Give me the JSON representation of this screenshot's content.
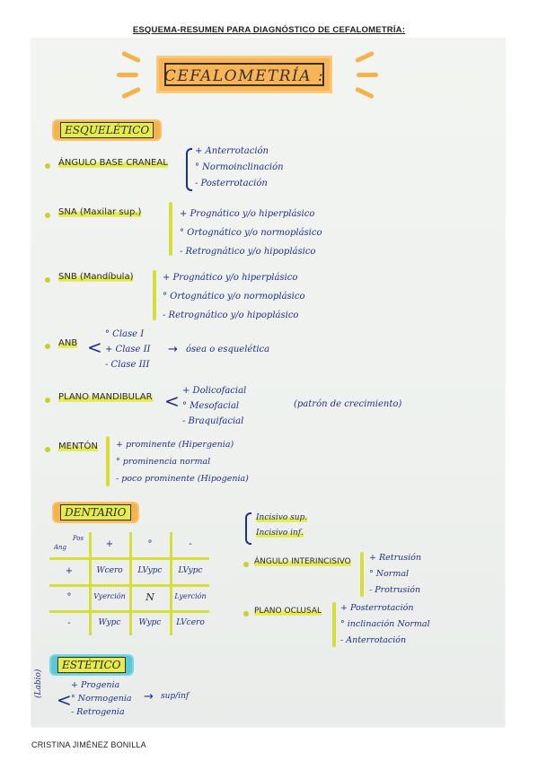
{
  "header": {
    "title": "ESQUEMA-RESUMEN PARA DIAGNÓSTICO DE CEFALOMETRÍA:"
  },
  "footer": {
    "author": "CRISTINA JIMÉNEZ BONILLA"
  },
  "note": {
    "main_title": "CEFALOMETRÍA :",
    "sections": {
      "esqueletico": "ESQUELÉTICO",
      "dentario": "DENTARIO",
      "estetico": "ESTÉTICO"
    },
    "items": {
      "angulo_base": {
        "label": "ÁNGULO BASE CRANEAL",
        "opts": [
          "+ Anterrotación",
          "° Normoinclinación",
          "- Posterrotación"
        ]
      },
      "sna": {
        "label": "SNA (Maxilar sup.)",
        "opts": [
          "+ Prognático y/o hiperplásico",
          "° Ortognático y/o normoplásico",
          "- Retrognático y/o hipoplásico"
        ]
      },
      "snb": {
        "label": "SNB (Mandíbula)",
        "opts": [
          "+ Prognático y/o hiperplásico",
          "° Ortognático y/o normoplásico",
          "- Retrognático y/o hipoplásico"
        ]
      },
      "anb": {
        "label": "ANB",
        "opts": [
          "° Clase I",
          "+ Clase II",
          "- Clase III"
        ],
        "result": "ósea o esquelética"
      },
      "plano_mandibular": {
        "label": "PLANO MANDIBULAR",
        "opts": [
          "+ Dolicofacial",
          "° Mesofacial",
          "- Braquifacial"
        ],
        "note": "(patrón de crecimiento)"
      },
      "menton": {
        "label": "MENTÓN",
        "opts": [
          "+ prominente (Hipergenia)",
          "° prominencia normal",
          "- poco prominente (Hipogenia)"
        ]
      },
      "incisivos": [
        "Incisivo sup.",
        "Incisivo inf."
      ],
      "angulo_interincisivo": {
        "label": "ÁNGULO INTERINCISIVO",
        "opts": [
          "+ Retrusión",
          "° Normal",
          "- Protrusión"
        ]
      },
      "plano_oclusal": {
        "label": "PLANO OCLUSAL",
        "opts": [
          "+ Posterrotación",
          "° inclinación Normal",
          "- Anterrotación"
        ]
      },
      "estetico": {
        "side_label": "(Labio)",
        "opts": [
          "+ Progenia",
          "° Normogenia",
          "- Retrogenia"
        ],
        "result": "sup/inf"
      }
    },
    "table": {
      "corner_top": "Pos",
      "corner_left": "Ang",
      "col_headers": [
        "+",
        "°",
        "-"
      ],
      "row_headers": [
        "+",
        "°",
        "-"
      ],
      "cells": [
        [
          "Wcero",
          "LVypc",
          "LVypc"
        ],
        [
          "Vyerción",
          "N",
          "Lyerción"
        ],
        [
          "Wypc",
          "Wypc",
          "LVcero"
        ]
      ]
    }
  }
}
